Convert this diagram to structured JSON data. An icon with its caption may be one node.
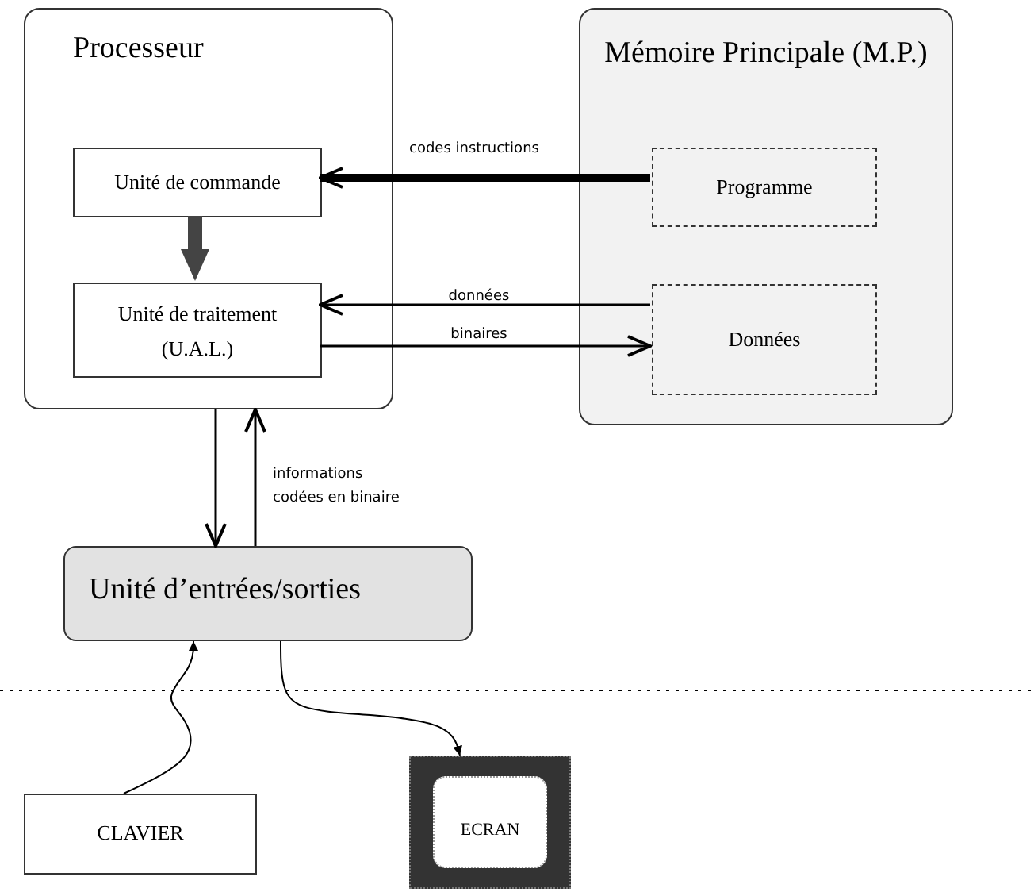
{
  "diagram": {
    "nodes": [
      {
        "text": [
          "Processeur"
        ]
      },
      {
        "text": [
          "Unité de commande"
        ],
        "in": 0
      },
      {
        "text": [
          "Unité de traitement (U.A.L.)"
        ],
        "in": 0
      },
      {
        "text": [
          "Mémoire Principale (M.P.)"
        ]
      },
      {
        "text": [
          "Programme"
        ],
        "in": 3
      },
      {
        "text": [
          "Données"
        ],
        "in": 3
      },
      {
        "text": [
          "Unité d’entrées/sorties"
        ]
      },
      {
        "text": [
          "CLAVIER"
        ]
      },
      {
        "text": [
          "ECRAN"
        ]
      }
    ],
    "edges": [
      {
        "from": 4,
        "to": 1,
        "arrow": "to",
        "label": "codes instructions",
        "style": "thick"
      },
      {
        "from": 5,
        "to": 2,
        "arrow": "to",
        "label": "données binaires"
      },
      {
        "from": 2,
        "to": 5,
        "arrow": "to"
      },
      {
        "from": 1,
        "to": 2,
        "arrow": "to",
        "style": "thick",
        "color": "#444444"
      },
      {
        "from": 0,
        "to": 6,
        "arrow": "to"
      },
      {
        "from": 6,
        "to": 0,
        "arrow": "to",
        "label": "informations codées en binaire"
      },
      {
        "from": 7,
        "to": 6,
        "arrow": "to"
      },
      {
        "from": 6,
        "to": 8,
        "arrow": "to"
      }
    ]
  }
}
